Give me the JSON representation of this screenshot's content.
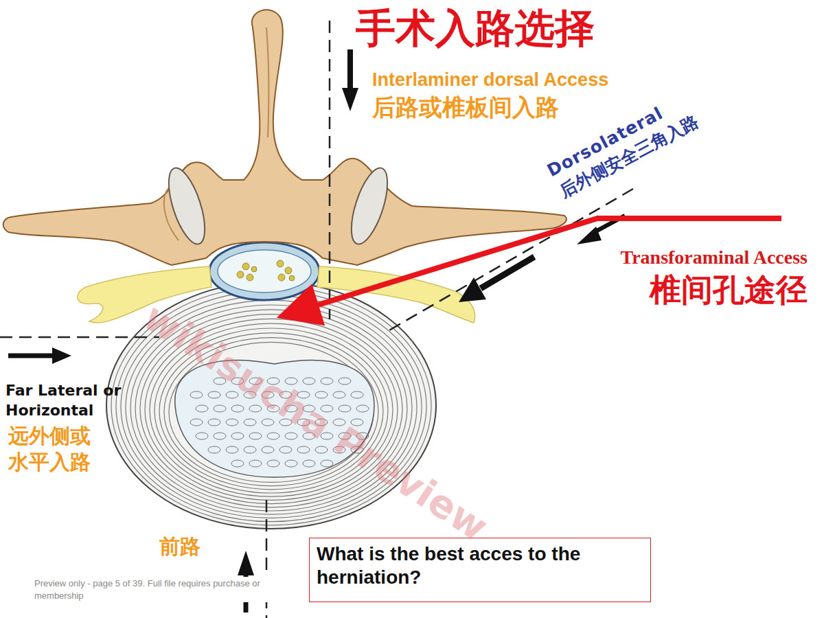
{
  "diagram": {
    "title": "手术入路选择",
    "nodes": [
      {
        "text": [
          "What is the best acces to the herniation?"
        ]
      }
    ],
    "labels": [
      "Interlaminer dorsal Access",
      "后路或椎板间入路",
      "Dorsolateral",
      "后外侧安全三角入路",
      "Transforaminal Access",
      "椎间孔途径",
      "Far Lateral or Horizontal",
      "远外侧或 水平入路",
      "前路",
      "Preview only - page 5 of 39. Full file requires purchase or membership",
      "wikisucha Preview"
    ]
  }
}
